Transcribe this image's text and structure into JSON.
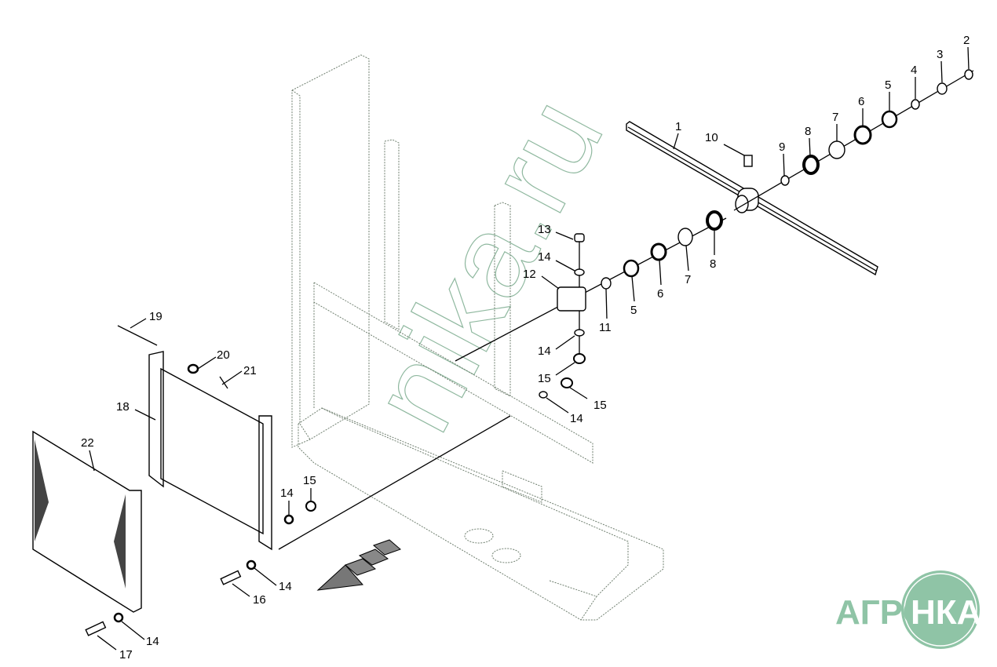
{
  "diagram": {
    "callouts": [
      "1",
      "2",
      "3",
      "4",
      "5",
      "6",
      "7",
      "8",
      "9",
      "10",
      "8",
      "7",
      "6",
      "5",
      "11",
      "12",
      "13",
      "14",
      "14",
      "15",
      "15",
      "14",
      "19",
      "20",
      "21",
      "18",
      "22",
      "15",
      "14",
      "14",
      "16",
      "14",
      "17"
    ]
  },
  "watermark": {
    "text": "nika.ru"
  },
  "logo": {
    "left": "АГРО",
    "right": "НКА"
  },
  "colors": {
    "logo": "#8fc4a6",
    "frame": "#6f7f6f"
  }
}
